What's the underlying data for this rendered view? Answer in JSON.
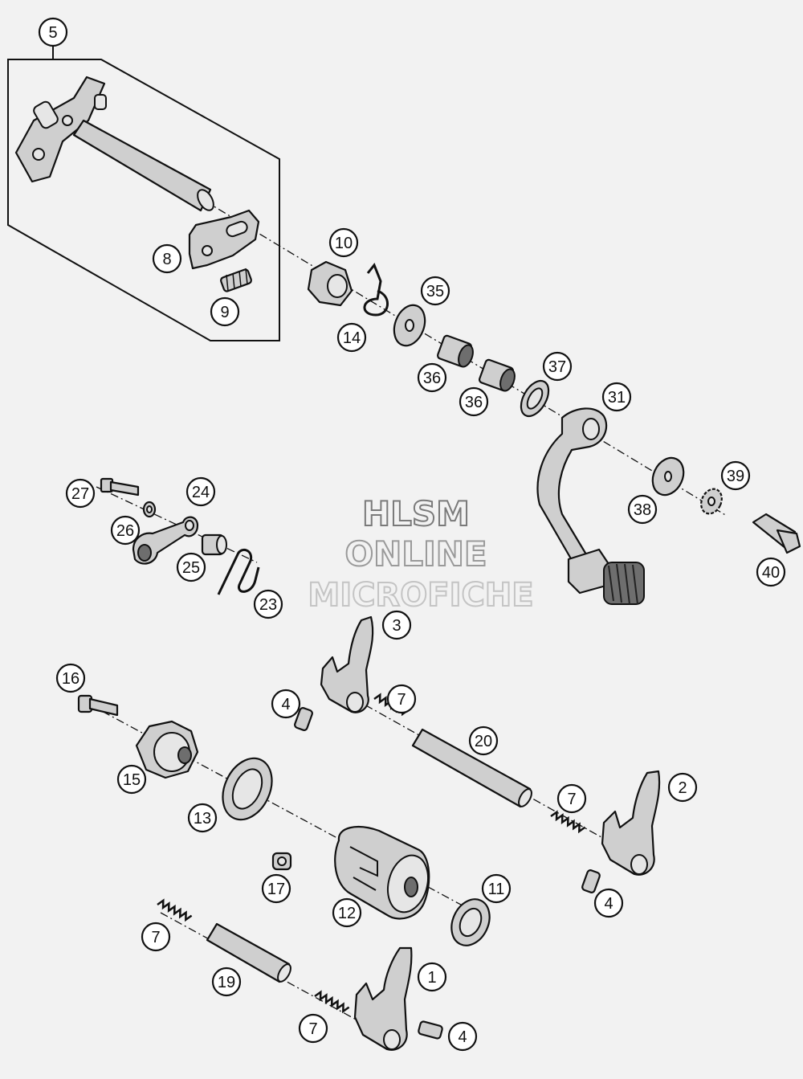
{
  "watermark": {
    "line1": "HLSM",
    "line2": "ONLINE",
    "line3": "MICROFICHE"
  },
  "callouts": [
    {
      "id": "c5",
      "label": "5"
    },
    {
      "id": "c8",
      "label": "8"
    },
    {
      "id": "c9",
      "label": "9"
    },
    {
      "id": "c10",
      "label": "10"
    },
    {
      "id": "c14",
      "label": "14"
    },
    {
      "id": "c35",
      "label": "35"
    },
    {
      "id": "c36a",
      "label": "36"
    },
    {
      "id": "c36b",
      "label": "36"
    },
    {
      "id": "c37",
      "label": "37"
    },
    {
      "id": "c31",
      "label": "31"
    },
    {
      "id": "c39",
      "label": "39"
    },
    {
      "id": "c38",
      "label": "38"
    },
    {
      "id": "c40",
      "label": "40"
    },
    {
      "id": "c27",
      "label": "27"
    },
    {
      "id": "c24",
      "label": "24"
    },
    {
      "id": "c26",
      "label": "26"
    },
    {
      "id": "c25",
      "label": "25"
    },
    {
      "id": "c23",
      "label": "23"
    },
    {
      "id": "c3",
      "label": "3"
    },
    {
      "id": "c16",
      "label": "16"
    },
    {
      "id": "c4a",
      "label": "4"
    },
    {
      "id": "c7a",
      "label": "7"
    },
    {
      "id": "c20",
      "label": "20"
    },
    {
      "id": "c15",
      "label": "15"
    },
    {
      "id": "c2",
      "label": "2"
    },
    {
      "id": "c7b",
      "label": "7"
    },
    {
      "id": "c13",
      "label": "13"
    },
    {
      "id": "c17",
      "label": "17"
    },
    {
      "id": "c11",
      "label": "11"
    },
    {
      "id": "c12",
      "label": "12"
    },
    {
      "id": "c4b",
      "label": "4"
    },
    {
      "id": "c7c",
      "label": "7"
    },
    {
      "id": "c1",
      "label": "1"
    },
    {
      "id": "c19",
      "label": "19"
    },
    {
      "id": "c7d",
      "label": "7"
    },
    {
      "id": "c4c",
      "label": "4"
    }
  ]
}
